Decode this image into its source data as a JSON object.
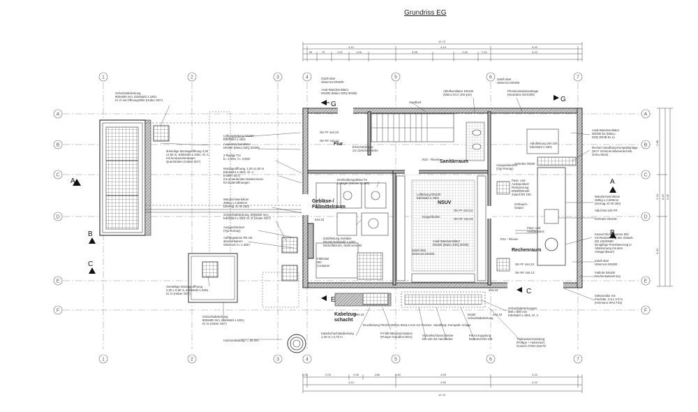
{
  "drawing": {
    "title": "Grundriss EG",
    "axis_numbers": [
      "1",
      "2",
      "3",
      "4",
      "5",
      "6",
      "7"
    ],
    "axis_letters": [
      "A",
      "B",
      "C",
      "D",
      "E",
      "F"
    ],
    "sections": {
      "a": "A",
      "b": "B",
      "c": "C",
      "g": "G",
      "e": "E"
    }
  },
  "dimensions": {
    "top_overall": "12.70",
    "top_row": [
      "0.25",
      "4.10",
      "0.25",
      "4.10",
      "0.25",
      "4.10",
      "0.25"
    ],
    "top_fine": [
      "25",
      "70",
      "1.01",
      "1.26",
      "3.06",
      "25",
      "10",
      "2.40",
      "1.01",
      "4.10"
    ],
    "bottom_fine": [
      "0.25",
      "2.05",
      "0.35",
      "1.88",
      "0.50",
      "4.50",
      "0.25",
      "4.10",
      "0.25"
    ],
    "bottom_row": [
      "4.10",
      "4.10",
      "4.50"
    ],
    "bottom_overall": "12.70",
    "right_stack": [
      "2.88",
      "2.24",
      "8.15",
      "4.20",
      "5.85"
    ]
  },
  "rooms": {
    "flur": "Flur",
    "sanitaer": "Sanitärraum",
    "geblaese": "Gebläse-/\nFällmittelraum",
    "nsuv": "NSUV",
    "rechenraum": "Rechenraum",
    "kabelzug": "Kabelzug-\nschacht"
  },
  "labels": {
    "schachtabdeckung_top": "Schachtabdeckung\n800x800 mm, Edelstahl 1.4301,\nKl. D mit Öffnungshilfe (Huber SD7)",
    "lueftung_dn250": "Lüftungsleitung DN250\nEdelstahl 1.4301",
    "axial_dn 300a": "Axial-Wandventilator\nDN300 (Maico DZQ 30/2B)",
    "zweifluegel": "2-flüglige Tür\nb= 2,00m, h= 3,00m",
    "dreiteilig": "dreiteilige Montageöffnung 3,00\nx1,50 m, Edelstahl 1.4301, Kl. A\nmit herausnehmbaren\nQuerstreben (Huber SD7)",
    "montage_a": "Montageöffnung, 1,00 x1,00 m\nEdelstahl 1.4301, Kl. A\n(Huber SD7)\nmit umlaufenden Bodenrinnen\nfür Bodenöffnungen",
    "wandschwenk": "Wandschwenkkran\n250kg x 2.500mm\n(Demag JC-W 250)",
    "schacht_d": "Schachtabdeckung, 800x800 mm,\nEdelstahl 1.4301 Kl. D (Huber SD7)",
    "ausgussbecken_a": "Ausgussbecken\n(Typ Romay)",
    "auffangwanne": "Auffangwanne PE mit\nabnehmbarem\nGitterrost V= 1.360 l",
    "zweiteilig": "zweiteilige Montageöffnung\n2,00 x 0,80 m, Edelstahl 1.4301\nKl. D (Huber SD7)",
    "schacht_bottom": "Schachtabdeckung\n800x800 mm, Edelstahl 1.4301,\nKl. D (Huber SD7)",
    "holzverkleidung": "Holzverkleidung l = 28 mm",
    "zuluft_gitter": "Zuluft über\nGitterrost DN300",
    "axial_top": "Axial-Wandventilator\nDN300 (Maico DZQ 30/2B)",
    "handlauf": "Handlauf",
    "abluft_top": "Abluftventilator DN100\n(Maico ECA 100 ipro)",
    "photo": "Photoionisationsanlage\n(Neutralox NOX300)",
    "zuluft_gitter2": "Zuluft über\nGitterrost DN300",
    "ok_ff": "OK FF 444.23",
    "ok_rf": "OK RF 444.13",
    "einschub": "Einschubtreppe\nzur Zwischendecke",
    "r10": "R10 - Fliesen",
    "drehkolben": "Drehkolbengebläse für\nBiologie (Aerzen GM5S)",
    "luftleitung": "Luftleitung DN100\nEdelstahl 1.4301",
    "doppelboden": "Doppelboden",
    "ok_ff2": "OK FF 444.23",
    "ok_rf2": "OK RF 443.33",
    "zuluftleitung": "Zuluftleitung Gebläse\nDN150 Edelstahl 1.4301\nWickelfalzrohr, Stahl verzinkt",
    "zuluft_ueber": "Zuluft über\nGitterrost DN300",
    "axial_nsuv": "Axial-Wandventilator\nDN300 (Maico DZQ 30/2B)",
    "faellmittel": "Fällmittel\nIBC\nContainer",
    "abluftleitung": "Abluftleitung DN 100\nEdelstahl 1.4301",
    "schieber_dn80": "Schieber DN80",
    "ausgussbecken_b": "Ausgussbecken\n(Typ Romay)",
    "pass_aus": "Pass- und\nAusbaustück\nReduzierung\nDN80/DN150\nZulauf DN 150",
    "schlauch": "Schlauch-\nhaspel",
    "pass_aus2": "Pass- und\nAusbaustück",
    "r12": "R12 - Fliesen",
    "axial_right": "Axial-Wandventilator\nDN300 Ex (Maico\nDZQ 30/2B Ex e)",
    "rechen_kompakt": "Rechen-Sandfang-Kompaktanlage\n(W+F Grimmel Wassertechnik,\nGrIKo 8010)",
    "wandschwenk2": "Wandschwenkkran\n250kg x 2.500mm\n(Demag JC-W 250)",
    "abluf_dn100": "Abluf DN 100 PP",
    "schieber_dn150": "Schieber DN150",
    "kessel": "Kessel Rinnenwanne 500\nmit Reduzierung des Ablaufs\nDN 125/DN80\n(Entgiftige Preisfanierung in\nAbstimmung mit dem\nAnlagenbauer)",
    "zuluft_right": "Zuluft über\nGitterrost DN300",
    "fallrohr": "Fallrohr DN100\nDachentwässerung",
    "ok_ff3": "OK FF 444.23",
    "ok_rf3": "OK RF 444.13",
    "sektional": "Sektionaltor mit\nFluchttür, 2.5 x 3.0 m\n(Hörmann SPU F42)",
    "schachtabdeck_right": "Schachtabdeckungen\n800 x 800 mm\nEdelstahl 1.4301, Kl. A",
    "detail": "Detail\nSchachtabdeckung",
    "druckleitung": "Druckleitung PE100 SDR11 50x6,4 mm zur Rechen- Sandfang- Kompakt- Anlage",
    "kabelschacht_ab": "Kabelschachtabdeckung\n1,40 m x 0,70 m",
    "pfaell": "P-Fällmitteldosierstation\n(Pumpe Grundfos DDA)",
    "schnellschluss": "Schnellschlussschieber\nDN 150 mit Handhebel",
    "perrot": "Perrot Kupplung\nMuttertell DN 100",
    "trinkwasser": "Trinkwasserzuleitung\n(Pumpe + Hubmotor)\nGorisch ATWA DLE78",
    "elev_1": "444.23",
    "elev_2": "444.43",
    "elev_3": "444.23",
    "elev_4": "444.43"
  }
}
